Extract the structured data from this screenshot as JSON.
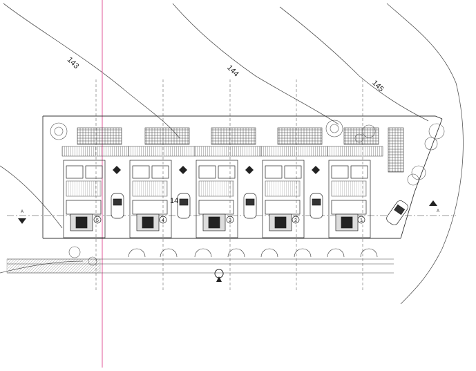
{
  "contour_labels": [
    "143",
    "144",
    "145"
  ],
  "section_markers": [
    "A",
    "A"
  ],
  "house_numbers": [
    "1",
    "2",
    "3",
    "4",
    "5"
  ],
  "plot_label": "14"
}
